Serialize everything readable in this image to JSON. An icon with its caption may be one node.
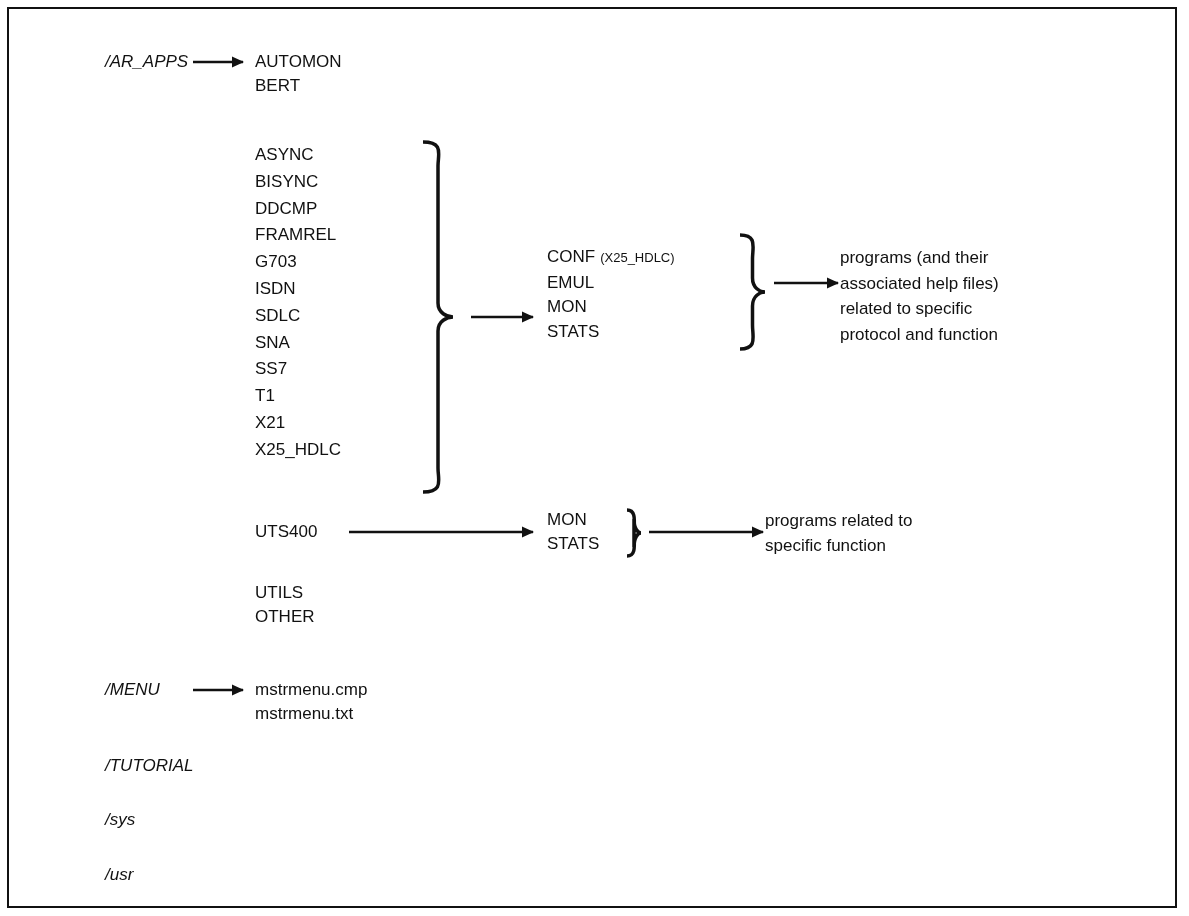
{
  "diagram": {
    "nodes": [
      {
        "text": [
          "/AR_APPS"
        ]
      },
      {
        "text": [
          "AUTOMON",
          "BERT"
        ]
      },
      {
        "text": [
          "ASYNC",
          "BISYNC",
          "DDCMP",
          "FRAMREL",
          "G703",
          "ISDN",
          "SDLC",
          "SNA",
          "SS7",
          "T1",
          "X21",
          "X25_HDLC"
        ]
      },
      {
        "text": [
          "CONF",
          "(X25_HDLC)",
          "EMUL",
          "MON",
          "STATS"
        ]
      },
      {
        "text": [
          "programs (and their associated help files) related to specific protocol and function"
        ]
      },
      {
        "text": [
          "UTS400"
        ]
      },
      {
        "text": [
          "MON",
          "STATS"
        ]
      },
      {
        "text": [
          "programs related to specific function"
        ]
      },
      {
        "text": [
          "/MENU"
        ]
      },
      {
        "text": [
          "mstrmenu.cmp",
          "mstrmenu.txt"
        ]
      }
    ],
    "edges": [
      {
        "from": 0,
        "to": 1,
        "arrow": "to"
      },
      {
        "from": 2,
        "to": 3,
        "arrow": "to"
      },
      {
        "from": 3,
        "to": 4,
        "arrow": "to"
      },
      {
        "from": 5,
        "to": 6,
        "arrow": "to"
      },
      {
        "from": 6,
        "to": 7,
        "arrow": "to"
      },
      {
        "from": 8,
        "to": 9,
        "arrow": "to"
      }
    ],
    "labels": [
      "UTILS",
      "OTHER",
      "/TUTORIAL",
      "/sys",
      "/usr"
    ]
  }
}
